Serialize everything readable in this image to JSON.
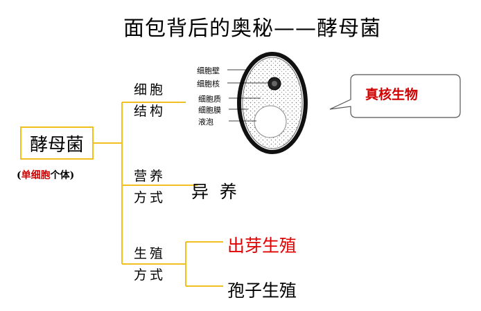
{
  "title": "面包背后的奥秘——酵母菌",
  "root": {
    "label": "酵母菌",
    "note_open": "(",
    "note_red": "单细胞",
    "note_rest": "个体)"
  },
  "branches": {
    "structure": {
      "line1": "细胞",
      "line2": "结构"
    },
    "nutrition": {
      "line1": "营养",
      "line2": "方式",
      "value": "异  养"
    },
    "reproduction": {
      "line1": "生殖",
      "line2": "方式",
      "leaf1": "出芽生殖",
      "leaf2": "孢子生殖"
    }
  },
  "cell_diagram": {
    "labels": [
      "细胞壁",
      "细胞核",
      "细胞质",
      "细胞膜",
      "液泡"
    ]
  },
  "callout": {
    "text": "真核生物"
  },
  "colors": {
    "connector": "#f2c01e",
    "accent_red": "#e00000"
  }
}
